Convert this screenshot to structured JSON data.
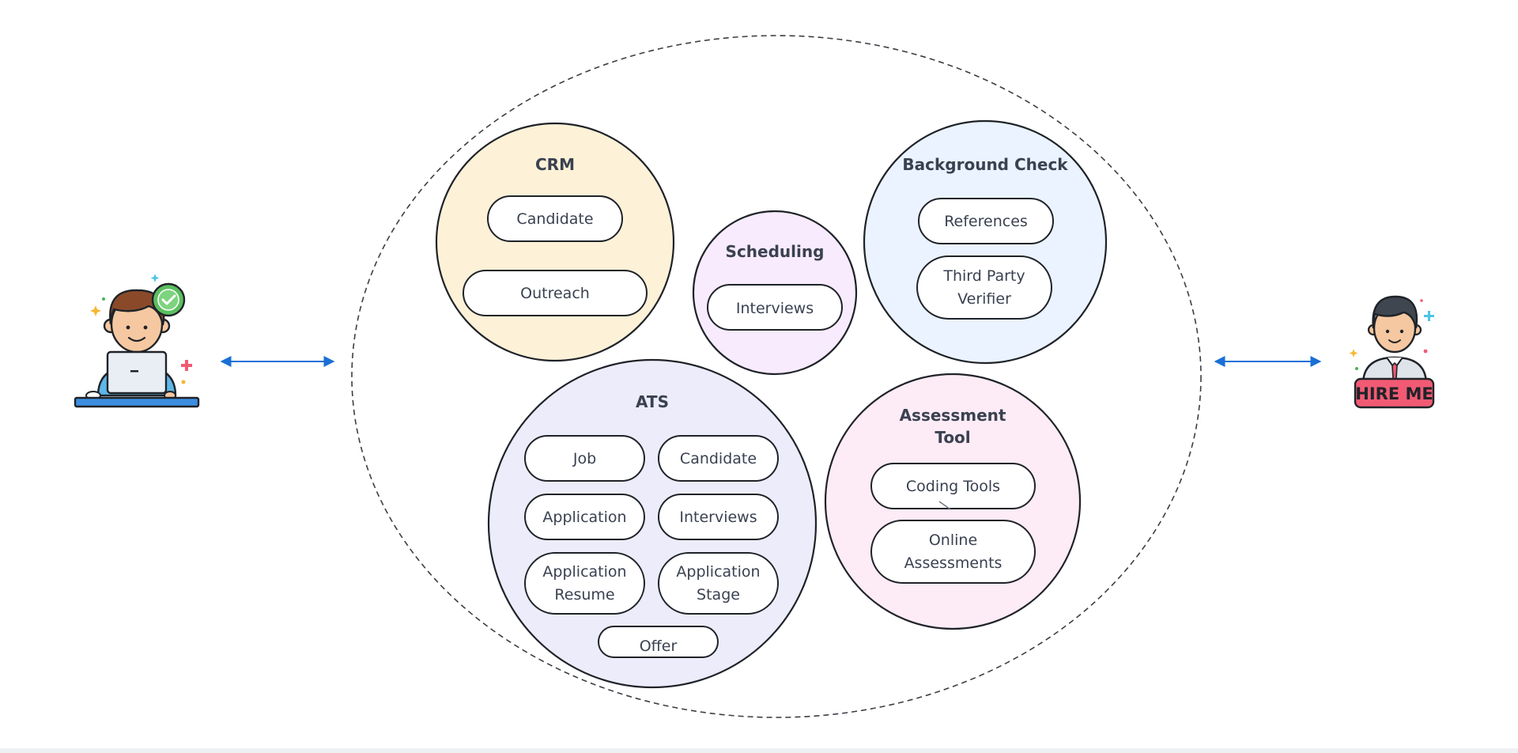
{
  "colors": {
    "crm": "#fdf1d8",
    "scheduling": "#f7ebfd",
    "background_check": "#eaf3ff",
    "ats": "#ececfb",
    "assessment_tool": "#fdebf6",
    "arrow": "#1a6fd6",
    "outline": "#1f2328",
    "hire_badge": "#f25a74"
  },
  "icons": {
    "left": "candidate-at-laptop-icon",
    "right": "hire-me-person-icon",
    "hire_badge_text": "HIRE ME"
  },
  "groups": {
    "crm": {
      "title": "CRM",
      "items": [
        "Candidate",
        "Outreach"
      ]
    },
    "scheduling": {
      "title": "Scheduling",
      "items": [
        "Interviews"
      ]
    },
    "background_check": {
      "title": "Background Check",
      "items": [
        "References",
        "Third Party Verifier"
      ]
    },
    "ats": {
      "title": "ATS",
      "items": [
        "Job",
        "Candidate",
        "Application",
        "Interviews",
        "Application Resume",
        "Application Stage",
        "Offer"
      ]
    },
    "assessment_tool": {
      "title": "Assessment Tool",
      "items": [
        "Coding Tools",
        "Online Assessments"
      ]
    }
  }
}
